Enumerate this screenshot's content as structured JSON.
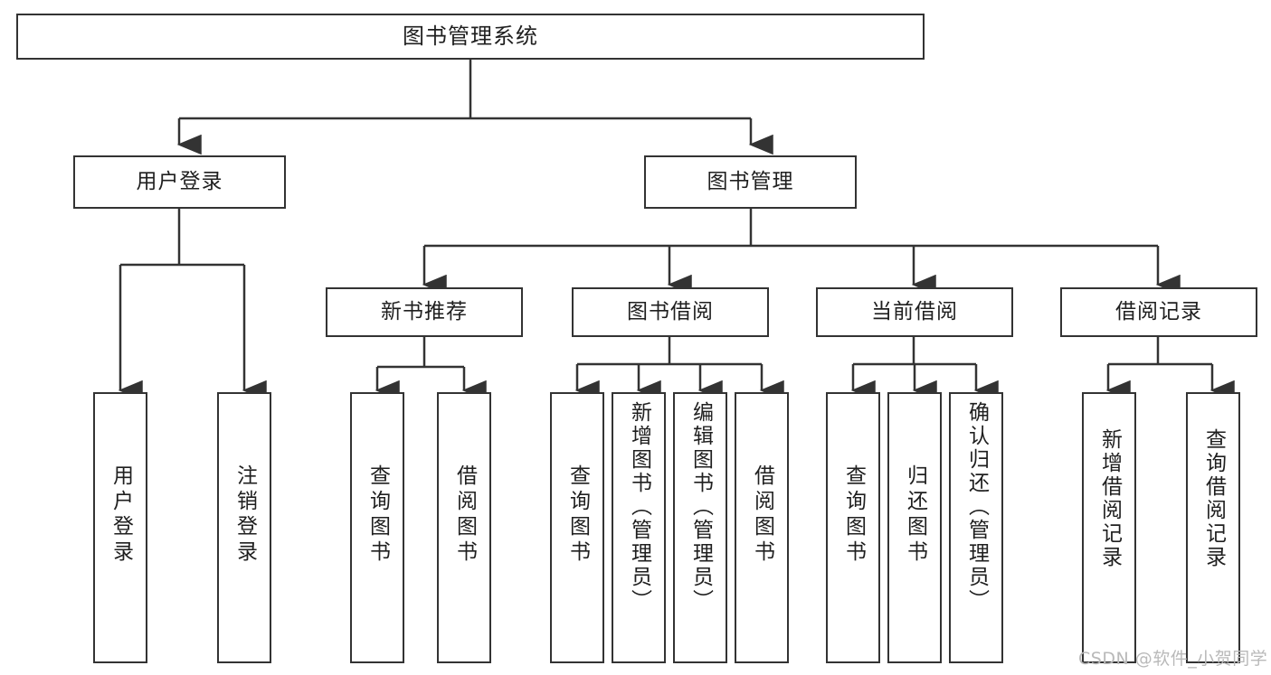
{
  "diagram": {
    "type": "tree-hierarchy-chart",
    "title": "图书管理系统",
    "root": {
      "id": "root",
      "label": "图书管理系统"
    },
    "level2": [
      {
        "id": "user-login",
        "label": "用户登录"
      },
      {
        "id": "book-manage",
        "label": "图书管理"
      }
    ],
    "level3": [
      {
        "id": "new-book-recommend",
        "label": "新书推荐",
        "parent": "book-manage"
      },
      {
        "id": "book-borrow",
        "label": "图书借阅",
        "parent": "book-manage"
      },
      {
        "id": "current-borrow",
        "label": "当前借阅",
        "parent": "book-manage"
      },
      {
        "id": "borrow-record",
        "label": "借阅记录",
        "parent": "book-manage"
      }
    ],
    "leaves": [
      {
        "id": "leaf-user-login",
        "label": "用户登录",
        "parent": "user-login"
      },
      {
        "id": "leaf-logout-login",
        "label": "注销登录",
        "parent": "user-login"
      },
      {
        "id": "leaf-query-book-1",
        "label": "查询图书",
        "parent": "new-book-recommend"
      },
      {
        "id": "leaf-borrow-book-1",
        "label": "借阅图书",
        "parent": "new-book-recommend"
      },
      {
        "id": "leaf-query-book-2",
        "label": "查询图书",
        "parent": "book-borrow"
      },
      {
        "id": "leaf-add-book",
        "label": "新增图书（管理员）",
        "parent": "book-borrow"
      },
      {
        "id": "leaf-edit-book",
        "label": "编辑图书（管理员）",
        "parent": "book-borrow"
      },
      {
        "id": "leaf-borrow-book-2",
        "label": "借阅图书",
        "parent": "book-borrow"
      },
      {
        "id": "leaf-query-book-3",
        "label": "查询图书",
        "parent": "current-borrow"
      },
      {
        "id": "leaf-return-book",
        "label": "归还图书",
        "parent": "current-borrow"
      },
      {
        "id": "leaf-confirm-return",
        "label": "确认归还（管理员）",
        "parent": "current-borrow"
      },
      {
        "id": "leaf-add-record",
        "label": "新增借阅记录",
        "parent": "borrow-record"
      },
      {
        "id": "leaf-query-record",
        "label": "查询借阅记录",
        "parent": "borrow-record"
      }
    ],
    "colors": {
      "stroke": "#333333",
      "fill": "#ffffff",
      "text": "#1f1f1f",
      "watermark": "#b9b9b9"
    }
  },
  "watermark": {
    "text": "CSDN @软件_小贺同学"
  }
}
